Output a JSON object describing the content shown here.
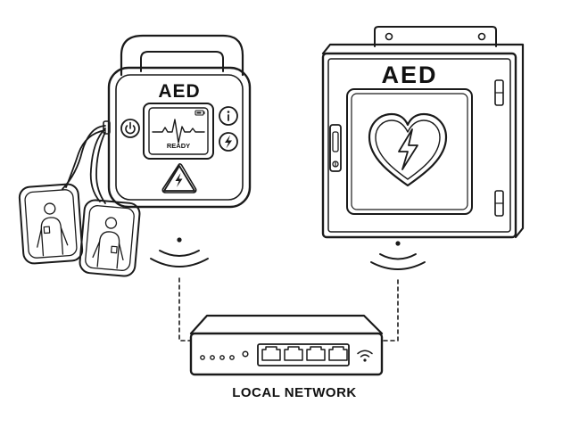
{
  "portable_aed": {
    "label": "AED",
    "screen_status": "READY",
    "buttons": [
      "power-icon",
      "info-icon",
      "shock-icon"
    ],
    "pads": [
      "electrode-pad-left",
      "electrode-pad-right"
    ]
  },
  "wall_cabinet": {
    "label": "AED",
    "emblem": "heart-lightning-icon"
  },
  "network": {
    "label": "LOCAL NETWORK",
    "router_port_count": 4,
    "router_led_count": 4,
    "wifi_indicator": "wifi-icon"
  },
  "colors": {
    "ink": "#1a1a1a",
    "background": "#ffffff"
  }
}
